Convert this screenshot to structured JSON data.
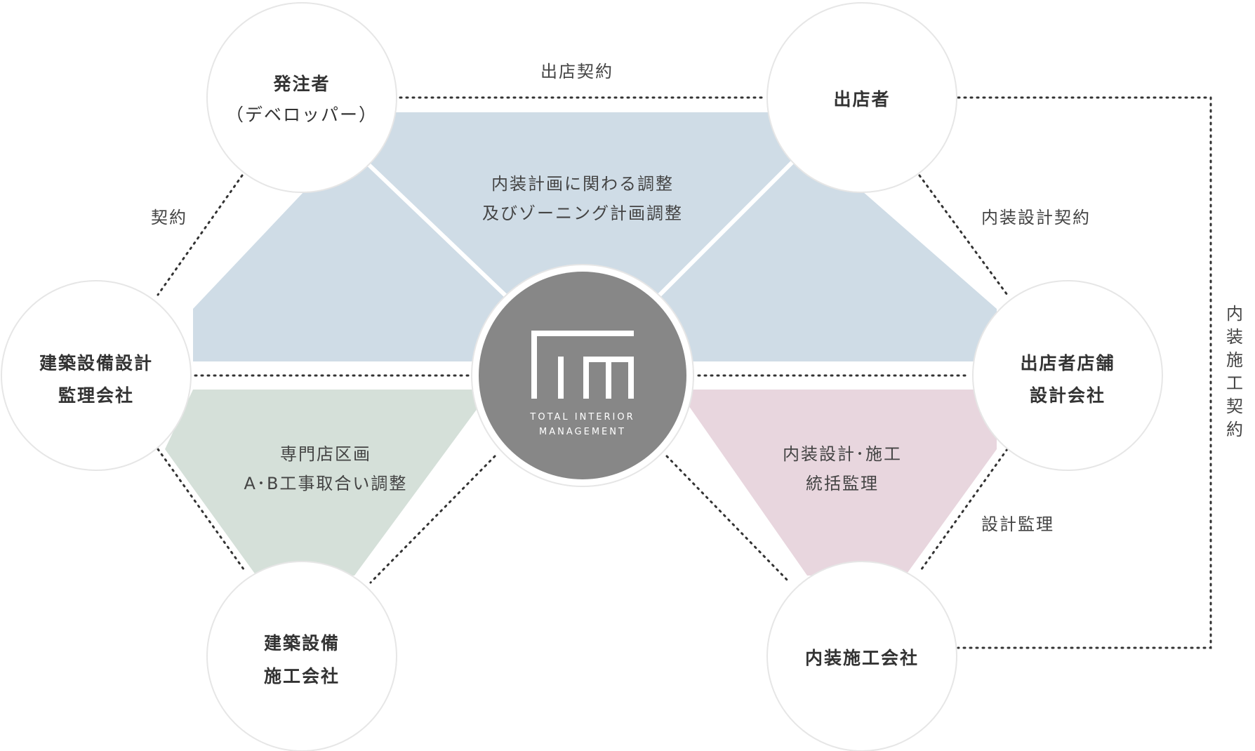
{
  "colors": {
    "blue_area": "#cfdce6",
    "green_area": "#d5e0d9",
    "pink_area": "#e8d6de",
    "center": "#878787",
    "line": "#333333"
  },
  "nodes": {
    "developer": {
      "lines": [
        "発注者",
        "（デベロッパー）"
      ]
    },
    "tenant": {
      "lines": [
        "出店者"
      ]
    },
    "arch_design": {
      "lines": [
        "建築設備設計",
        "監理会社"
      ]
    },
    "tenant_design": {
      "lines": [
        "出店者店舗",
        "設計会社"
      ]
    },
    "arch_construction": {
      "lines": [
        "建築設備",
        "施工会社"
      ]
    },
    "interior_construction": {
      "lines": [
        "内装施工会社"
      ]
    }
  },
  "center": {
    "logo": "TIM",
    "caption_line1": "TOTAL INTERIOR",
    "caption_line2": "MANAGEMENT"
  },
  "areas": {
    "top": {
      "lines": [
        "内装計画に関わる調整",
        "及びゾーニング計画調整"
      ]
    },
    "bottom_left": {
      "lines": [
        "専門店区画",
        "A･B工事取合い調整"
      ]
    },
    "bottom_right": {
      "lines": [
        "内装設計･施工",
        "統括監理"
      ]
    }
  },
  "edges": {
    "store_contract": "出店契約",
    "contract": "契約",
    "interior_design_contract": "内装設計契約",
    "design_supervision": "設計監理",
    "interior_construction_contract": [
      "内",
      "装",
      "施",
      "工",
      "契",
      "約"
    ]
  }
}
